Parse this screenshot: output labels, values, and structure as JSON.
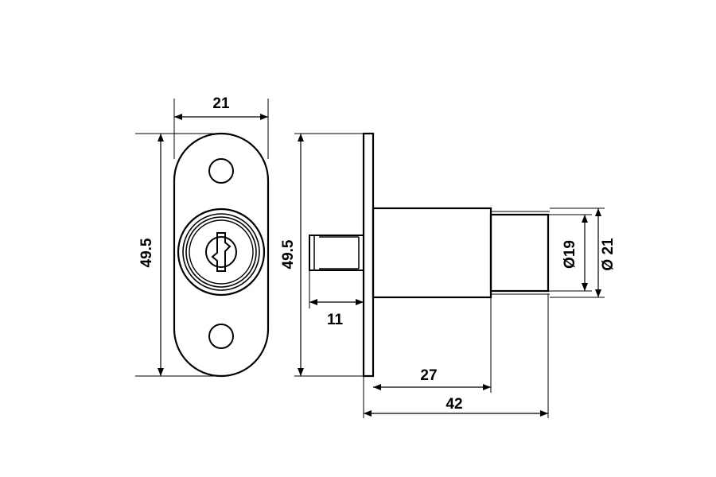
{
  "drawing": {
    "front_view": {
      "width_label": "21",
      "height_label": "49.5"
    },
    "side_view": {
      "height_label": "49.5",
      "bolt_label": "11",
      "body_length_label": "27",
      "total_length_label": "42",
      "diameter_small_label": "Ø19",
      "diameter_large_label": "Ø 21"
    }
  }
}
